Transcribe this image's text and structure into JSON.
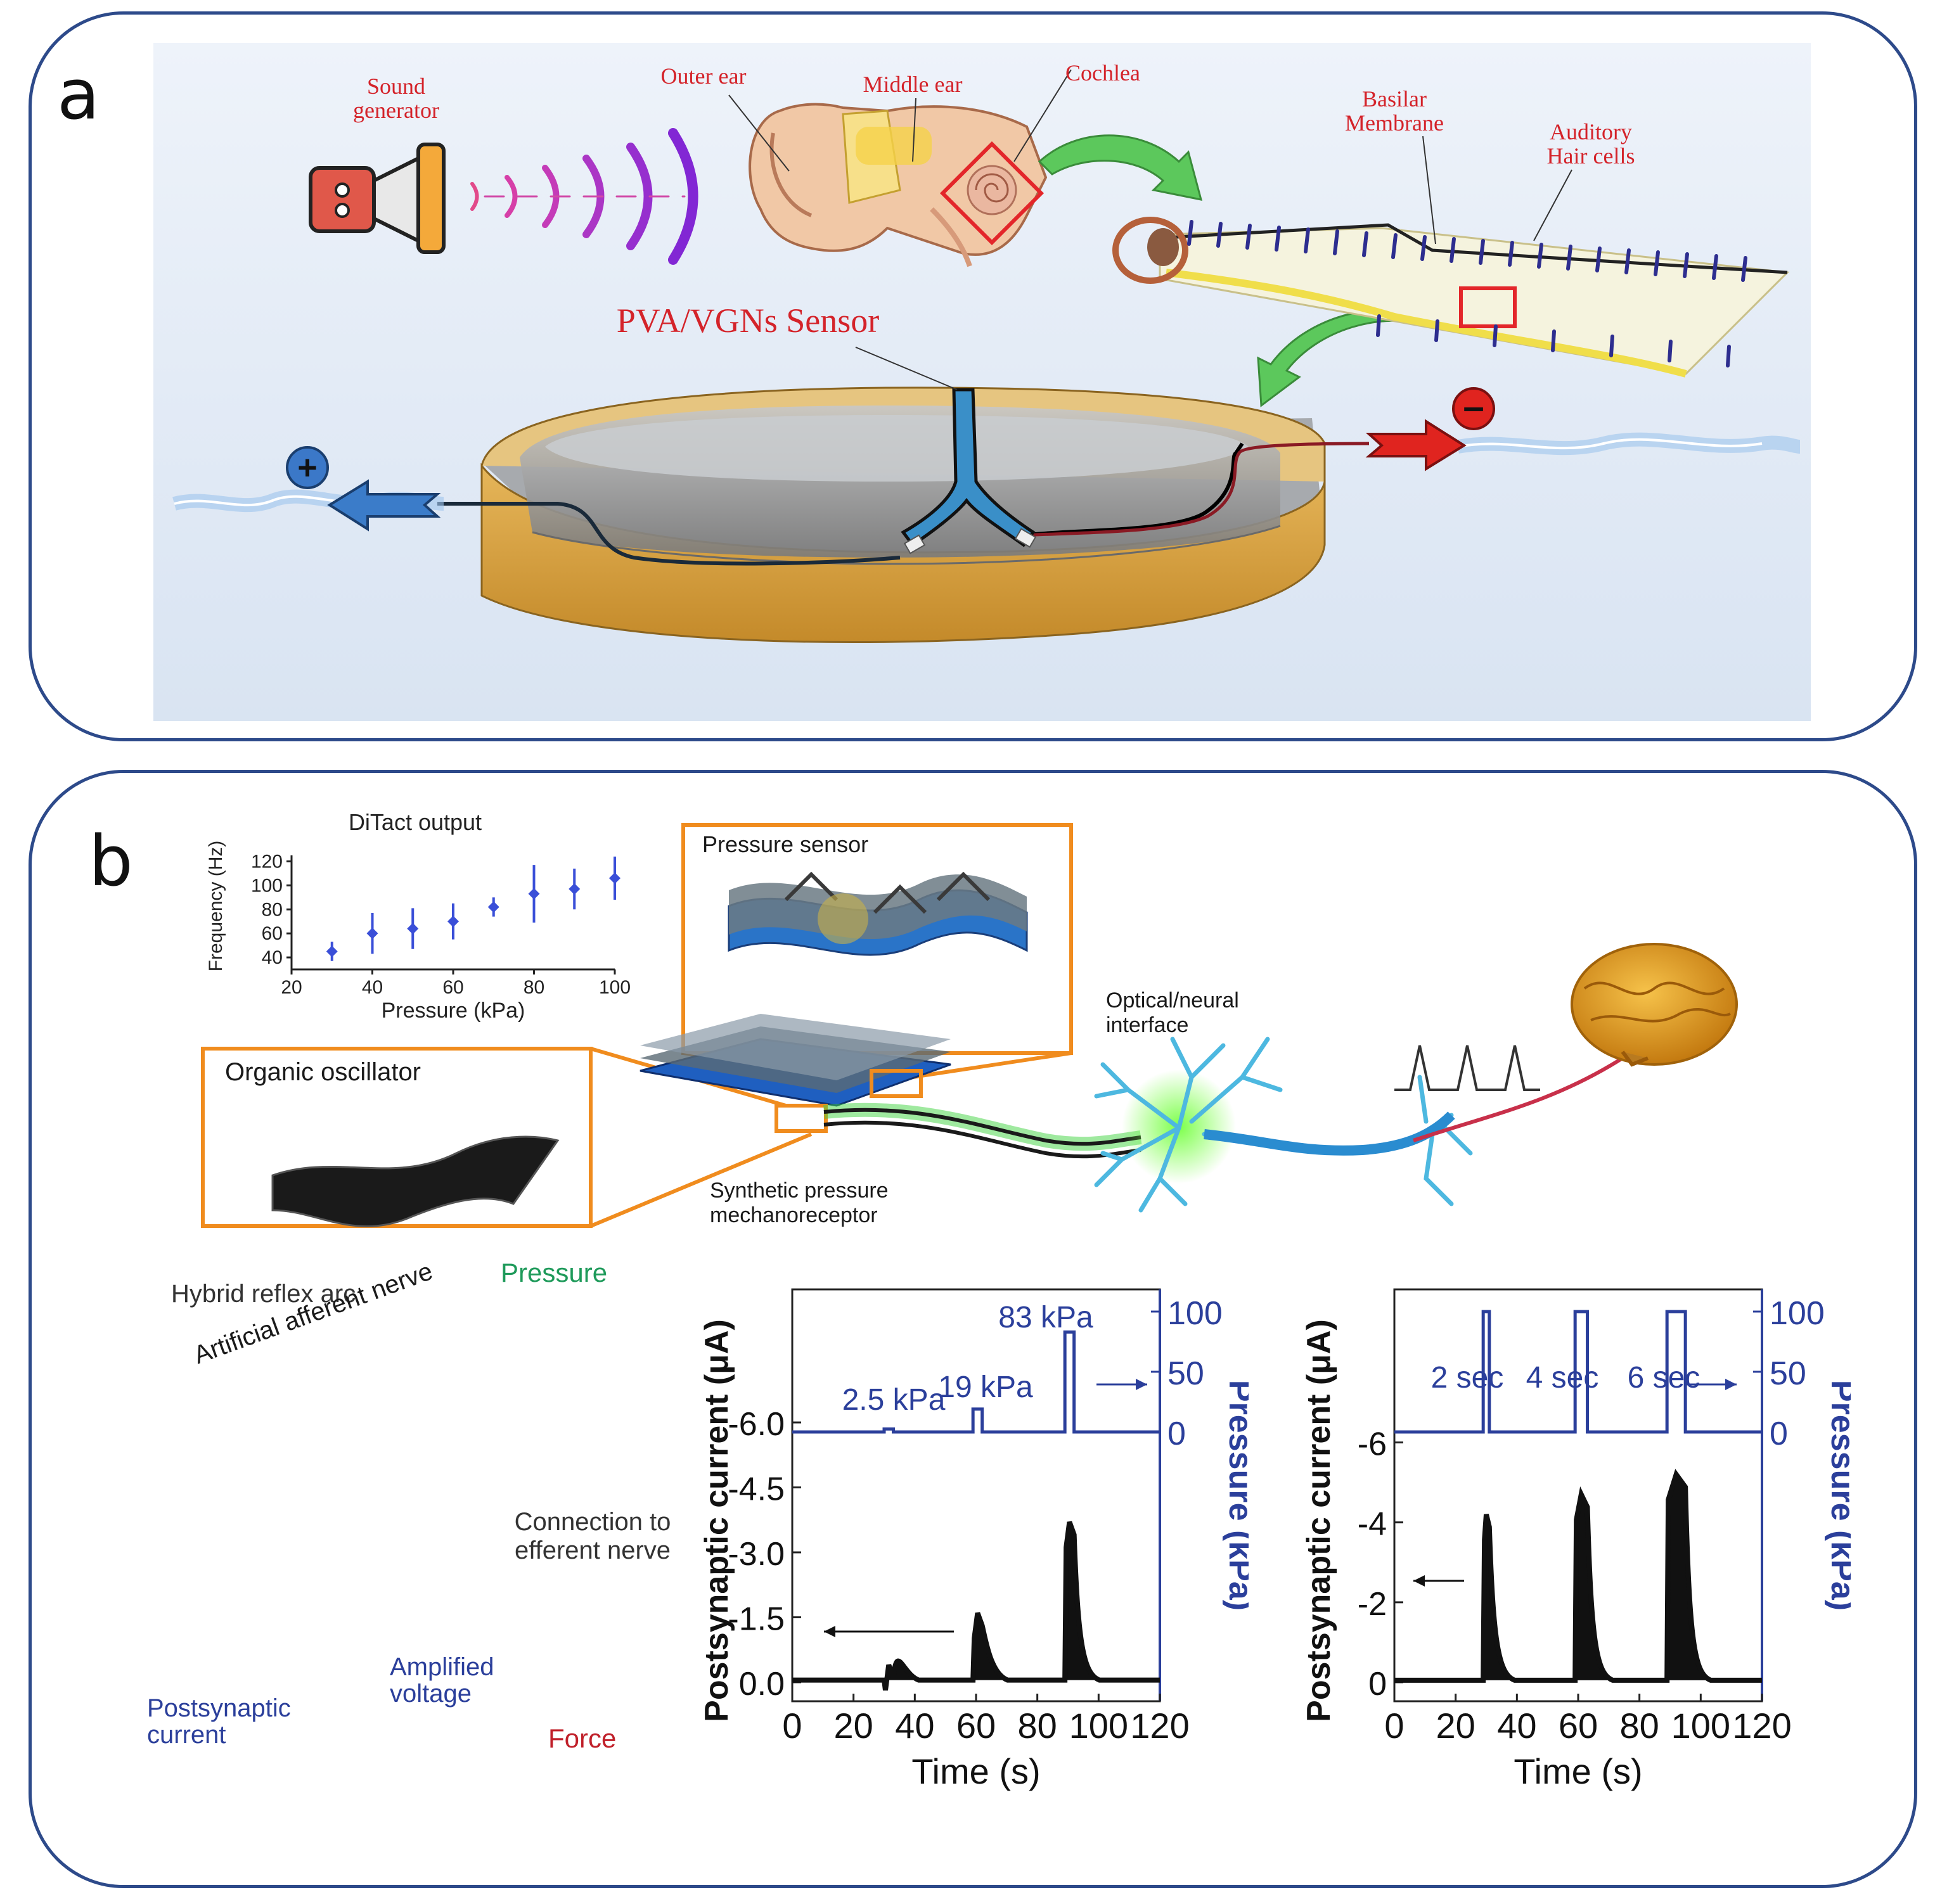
{
  "panel_a": {
    "letter": "a",
    "labels": {
      "sound_generator": "Sound generator",
      "outer_ear": "Outer ear",
      "middle_ear": "Middle ear",
      "cochlea": "Cochlea",
      "basilar_membrane": "Basilar Membrane",
      "hair_cells": "Auditory Hair cells",
      "sensor": "PVA/VGNs Sensor"
    },
    "signs": {
      "plus": "+",
      "minus": "–"
    }
  },
  "panel_b": {
    "letter": "b",
    "labels": {
      "pressure_sensor": "Pressure sensor",
      "organic_oscillator": "Organic oscillator",
      "mechanoreceptor": "Synthetic pressure mechanoreceptor",
      "optical_interface": "Optical/neural interface",
      "hybrid_reflex_arc": "Hybrid reflex arc",
      "pressure": "Pressure",
      "afferent_nerve": "Artificial afferent nerve",
      "efferent_connection": "Connection to efferent nerve",
      "amplified_voltage": "Amplified voltage",
      "postsynaptic_current": "Postsynaptic current",
      "force": "Force"
    },
    "colors": {
      "orange": "#f08c1e",
      "blue_axis": "#2b3f9b",
      "cyan": "#4db8e0",
      "green": "#3fd43f",
      "brain": "#e8a21a"
    }
  },
  "chart_data": [
    {
      "type": "scatter",
      "title": "DiTact output",
      "xlabel": "Pressure (kPa)",
      "ylabel": "Frequency (Hz)",
      "xlim": [
        20,
        100
      ],
      "ylim": [
        30,
        125
      ],
      "xticks": [
        20,
        40,
        60,
        80,
        100
      ],
      "yticks": [
        40,
        60,
        80,
        100,
        120
      ],
      "x": [
        30,
        40,
        50,
        60,
        70,
        80,
        90,
        100
      ],
      "y": [
        45,
        60,
        64,
        70,
        82,
        93,
        97,
        106
      ],
      "err": [
        8,
        17,
        17,
        15,
        8,
        24,
        17,
        18
      ]
    },
    {
      "type": "line",
      "xlabel": "Time (s)",
      "ylabel": "Postsynaptic current (μA)",
      "ylabel_right": "Pressure (kPa)",
      "xticks": [
        0,
        20,
        40,
        60,
        80,
        100,
        120
      ],
      "yticks_left": [
        "0.0",
        "-1.5",
        "-3.0",
        "-4.5",
        "-6.0"
      ],
      "yticks_right": [
        "0",
        "50",
        "100"
      ],
      "pulse_labels": [
        "2.5 kPa",
        "19 kPa",
        "83 kPa"
      ],
      "pulses": [
        {
          "start": 30,
          "end": 33,
          "pressure": 2.5,
          "peak_current": 0.4
        },
        {
          "start": 59,
          "end": 62,
          "pressure": 19,
          "peak_current": 1.6
        },
        {
          "start": 89,
          "end": 92,
          "pressure": 83,
          "peak_current": 3.7
        }
      ]
    },
    {
      "type": "line",
      "xlabel": "Time (s)",
      "ylabel": "Postsynaptic current (μA)",
      "ylabel_right": "Pressure (kPa)",
      "xticks": [
        0,
        20,
        40,
        60,
        80,
        100,
        120
      ],
      "yticks_left": [
        "0",
        "-2",
        "-4",
        "-6"
      ],
      "yticks_right": [
        "0",
        "50",
        "100"
      ],
      "pulse_labels": [
        "2 sec",
        "4 sec",
        "6 sec"
      ],
      "pulses": [
        {
          "start": 29,
          "end": 31,
          "pressure": 100,
          "peak_current": 4.2
        },
        {
          "start": 59,
          "end": 63,
          "pressure": 100,
          "peak_current": 4.7
        },
        {
          "start": 89,
          "end": 95,
          "pressure": 100,
          "peak_current": 5.2
        }
      ]
    }
  ]
}
